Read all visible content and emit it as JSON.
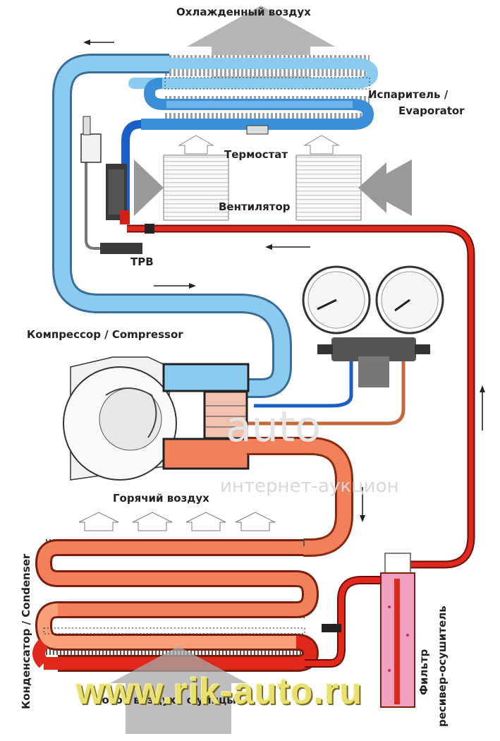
{
  "labels": {
    "cooled_air": "Охлажденный воздух",
    "evaporator_ru": "Испаритель /",
    "evaporator_en": "Evaporator",
    "thermostat": "Термостат",
    "fan": "Вентилятор",
    "trv": "ТРВ",
    "compressor": "Компрессор / Compressor",
    "hot_air": "Горячий воздух",
    "condenser": "Конденсатор / Condenser",
    "receiver_line1": "Фильтр",
    "receiver_line2": "ресивер-осушитель",
    "outside_air": "Поток воздуха с улицы"
  },
  "watermark": {
    "site": "www.rik-auto.ru",
    "brand": "auto",
    "tagline": "интернет-аукцион"
  },
  "colors": {
    "cold_line": "#8ccbf0",
    "cold_dark": "#1a5fc8",
    "hot_line": "#e0281c",
    "warm_line": "#f2805a",
    "condenser_light": "#f7a07a",
    "receiver_fill": "#f2a0c0",
    "arrow_grey": "#9a9a9a"
  }
}
